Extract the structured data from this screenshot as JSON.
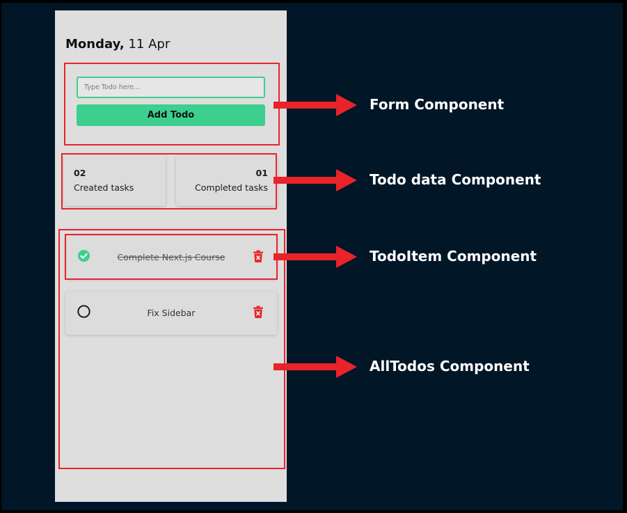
{
  "header": {
    "day": "Monday,",
    "date": "11 Apr"
  },
  "form": {
    "placeholder": "Type Todo here...",
    "input_value": "",
    "add_button_label": "Add Todo"
  },
  "stats": {
    "created_count": "02",
    "created_label": "Created tasks",
    "completed_count": "01",
    "completed_label": "Completed tasks"
  },
  "todos": [
    {
      "title": "Complete Next.js Course",
      "completed": true,
      "check_icon": "check-circle-icon",
      "delete_icon": "trash-icon"
    },
    {
      "title": "Fix Sidebar",
      "completed": false,
      "check_icon": "empty-circle-icon",
      "delete_icon": "trash-icon"
    }
  ],
  "annotations": [
    {
      "label": "Form Component",
      "icon": "right-arrow-icon"
    },
    {
      "label": "Todo data Component",
      "icon": "right-arrow-icon"
    },
    {
      "label": "TodoItem Component",
      "icon": "right-arrow-icon"
    },
    {
      "label": "AllTodos Component",
      "icon": "right-arrow-icon"
    }
  ],
  "colors": {
    "background": "#011626",
    "accent": "#3ccf8e",
    "annotation": "#e8232a",
    "delete": "#e8232a",
    "phone": "#dedede"
  }
}
